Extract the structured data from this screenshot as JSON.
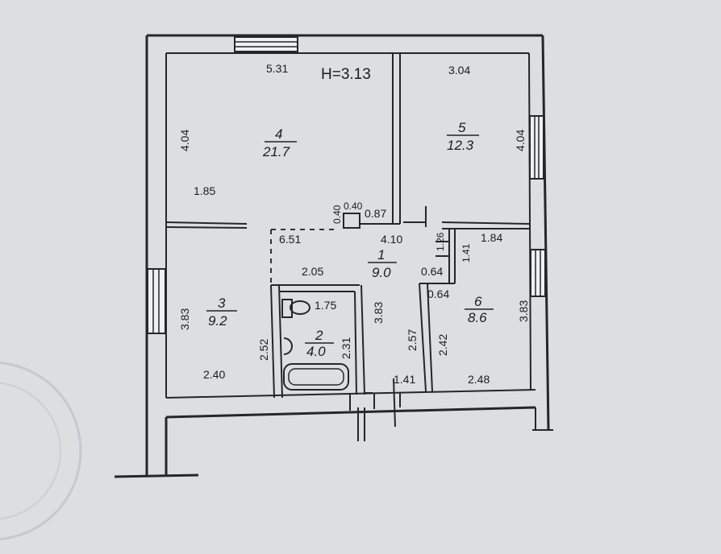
{
  "header": {
    "ceiling_height": "H=3.13"
  },
  "rooms": [
    {
      "id": "4",
      "number": "4",
      "area": "21.7"
    },
    {
      "id": "5",
      "number": "5",
      "area": "12.3"
    },
    {
      "id": "1",
      "number": "1",
      "area": "9.0"
    },
    {
      "id": "3",
      "number": "3",
      "area": "9.2"
    },
    {
      "id": "2",
      "number": "2",
      "area": "4.0"
    },
    {
      "id": "6",
      "number": "6",
      "area": "8.6"
    }
  ],
  "dimensions": {
    "room4_width": "5.31",
    "room4_height": "4.04",
    "room4_inner": "1.85",
    "room5_width": "3.04",
    "room5_height": "4.04",
    "opening_a": "0.40",
    "opening_b": "0.40",
    "hall_offset": "0.87",
    "hall_left": "6.51",
    "hall_width": "4.10",
    "small_a": "1.26",
    "small_b": "1.41",
    "room6_width": "1.84",
    "bath_width": "2.05",
    "bath_inner": "1.75",
    "hall_mid": "0.64",
    "hall_mid2": "0.64",
    "room3_height": "3.83",
    "hall_height": "3.83",
    "room6_height": "3.83",
    "bath_left": "2.52",
    "bath_right": "2.31",
    "corridor_height": "2.57",
    "room6_inner": "2.42",
    "room3_width": "2.40",
    "corridor_width": "1.41",
    "room6_bottom": "2.48"
  }
}
